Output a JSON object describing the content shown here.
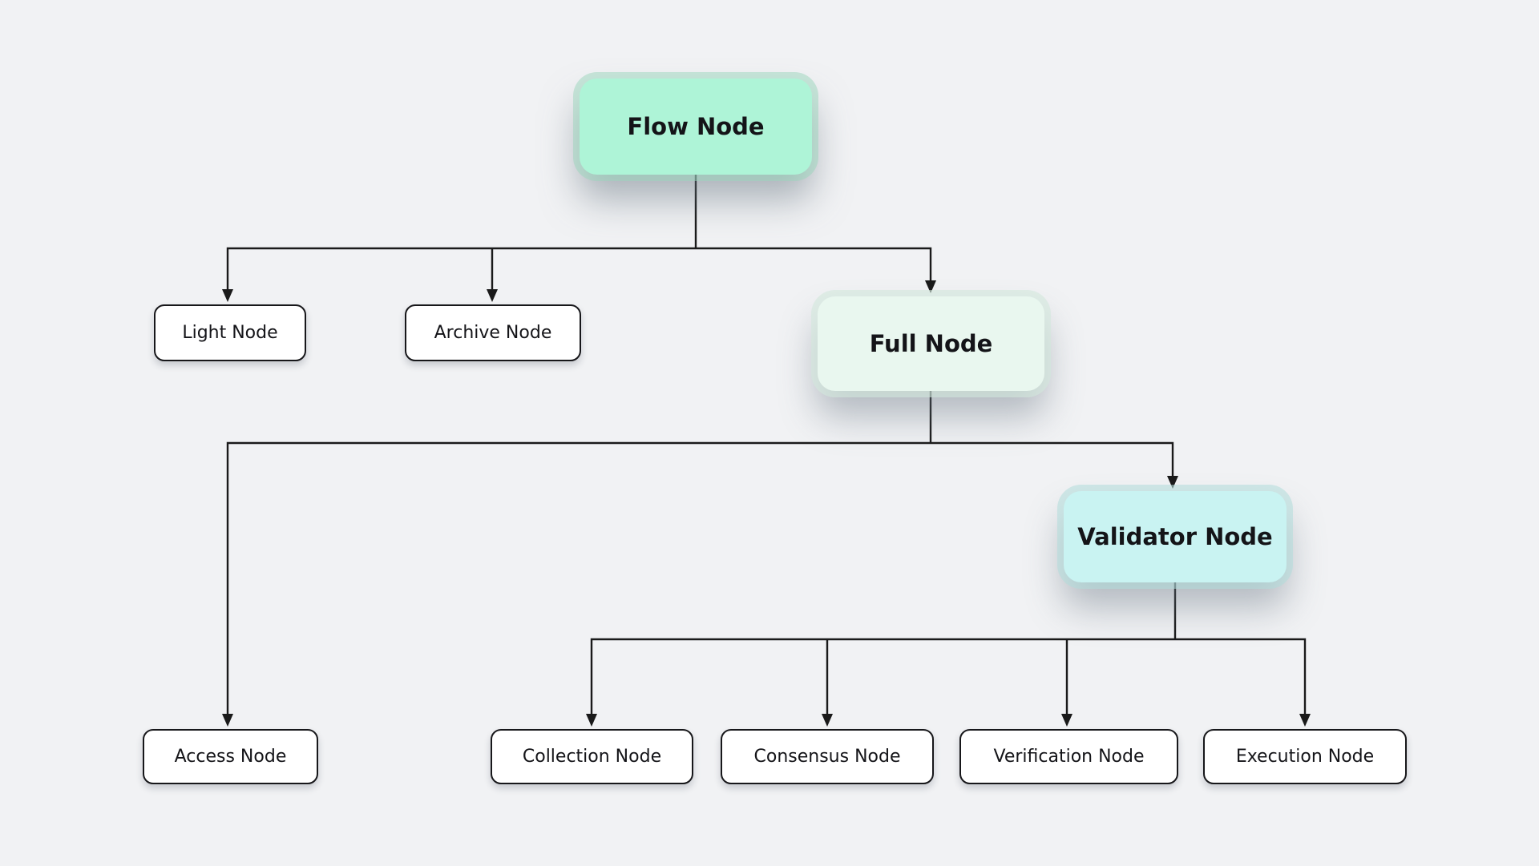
{
  "page": {
    "background_color": "#f1f2f4",
    "connector_color": "#1a1a1a"
  },
  "diagram": {
    "type": "tree",
    "root": "flow",
    "colors": {
      "mint": "#aef4d7",
      "pale_green": "#e9f7ef",
      "cyan": "#c9f3f2",
      "plain": "#ffffff",
      "text": "#141418",
      "line": "#1a1a1a"
    },
    "nodes": [
      {
        "id": "flow",
        "label": "Flow Node",
        "fill": "#aef4d7",
        "level": 0,
        "parent": null
      },
      {
        "id": "light",
        "label": "Light Node",
        "fill": "#ffffff",
        "level": 1,
        "parent": "flow"
      },
      {
        "id": "archive",
        "label": "Archive Node",
        "fill": "#ffffff",
        "level": 1,
        "parent": "flow"
      },
      {
        "id": "full",
        "label": "Full Node",
        "fill": "#e9f7ef",
        "level": 1,
        "parent": "flow"
      },
      {
        "id": "access",
        "label": "Access Node",
        "fill": "#ffffff",
        "level": 2,
        "parent": "full"
      },
      {
        "id": "validator",
        "label": "Validator Node",
        "fill": "#c9f3f2",
        "level": 2,
        "parent": "full"
      },
      {
        "id": "collection",
        "label": "Collection Node",
        "fill": "#ffffff",
        "level": 3,
        "parent": "validator"
      },
      {
        "id": "consensus",
        "label": "Consensus Node",
        "fill": "#ffffff",
        "level": 3,
        "parent": "validator"
      },
      {
        "id": "verification",
        "label": "Verification Node",
        "fill": "#ffffff",
        "level": 3,
        "parent": "validator"
      },
      {
        "id": "execution",
        "label": "Execution Node",
        "fill": "#ffffff",
        "level": 3,
        "parent": "validator"
      }
    ],
    "edges": [
      {
        "from": "flow",
        "to": "light"
      },
      {
        "from": "flow",
        "to": "archive"
      },
      {
        "from": "flow",
        "to": "full"
      },
      {
        "from": "full",
        "to": "access"
      },
      {
        "from": "full",
        "to": "validator"
      },
      {
        "from": "validator",
        "to": "collection"
      },
      {
        "from": "validator",
        "to": "consensus"
      },
      {
        "from": "validator",
        "to": "verification"
      },
      {
        "from": "validator",
        "to": "execution"
      }
    ]
  }
}
